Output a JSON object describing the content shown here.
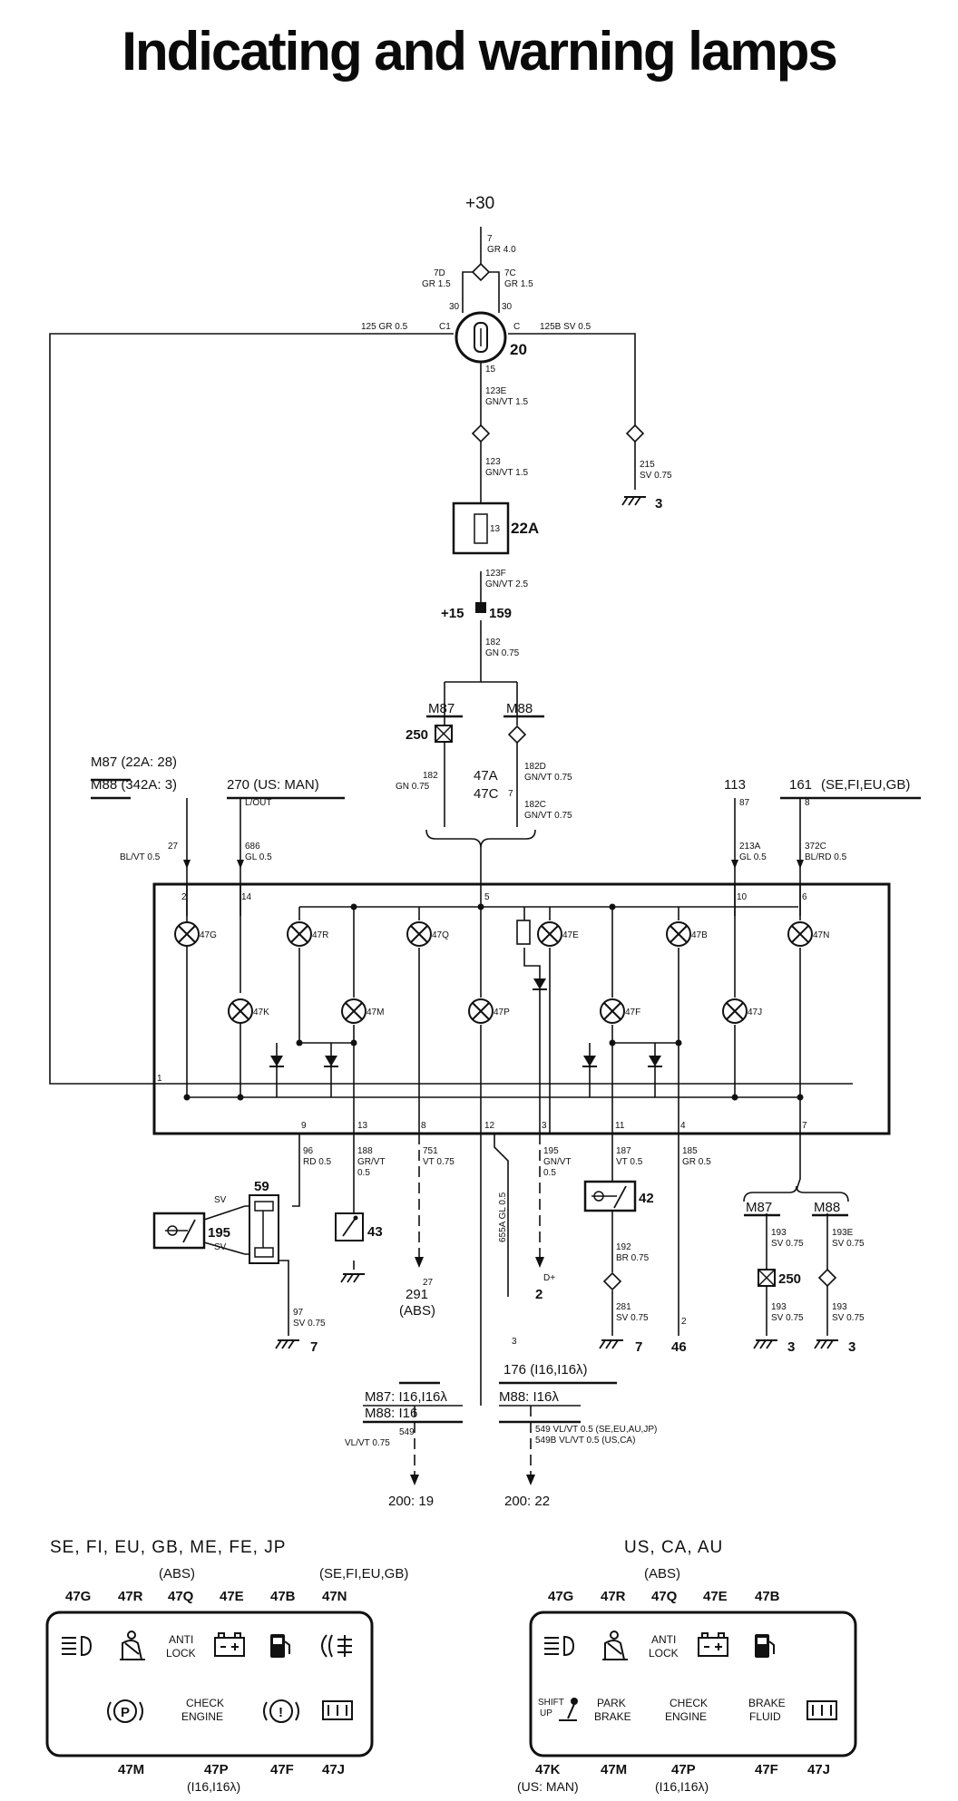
{
  "title": "Indicating and warning lamps",
  "top": {
    "supply": "+30",
    "w7": "7",
    "w7b": "GR 4.0",
    "w7d": "7D",
    "w7db": "GR 1.5",
    "w7c": "7C",
    "w7cb": "GR 1.5",
    "p30d": "30",
    "p30": "30",
    "c1": "C1",
    "c": "C",
    "p15": "15",
    "w125": "125 GR 0.5",
    "w125b": "125B SV 0.5",
    "sw": "20",
    "w123e": "123E",
    "w123eb": "GN/VT 1.5",
    "w123": "123",
    "w123b": "GN/VT 1.5",
    "fuse_num": "13",
    "fuse": "22A",
    "w123f": "123F",
    "w123fb": "GN/VT 2.5",
    "plus15": "+15",
    "c159": "159",
    "w182": "182",
    "w182b": "GN 0.75",
    "w215": "215",
    "w215b": "SV 0.75",
    "g3": "3"
  },
  "mid": {
    "m87": "M87",
    "m88": "M88",
    "c250": "250",
    "w182l": "182",
    "w182lb": "GN 0.75",
    "w182d": "182D",
    "w182db": "GN/VT 0.75",
    "w182c": "182C",
    "w182cb": "GN/VT 0.75",
    "c47a": "47A",
    "c47c": "47C",
    "p7": "7",
    "ref1a": "M87 (22A: 28)",
    "ref1b": "M88 (342A: 3)",
    "w27": "27",
    "w27b": "BL/VT 0.5",
    "ref2": "270 (US: MAN)",
    "ref2b": "L/OUT",
    "w686": "686",
    "w686b": "GL 0.5",
    "ref3": "113",
    "w87": "87",
    "w213a": "213A",
    "w213ab": "GL 0.5",
    "ref4": "161",
    "ref4b": "(SE,FI,EU,GB)",
    "w8": "8",
    "w372c": "372C",
    "w372cb": "BL/RD 0.5"
  },
  "panel": {
    "pins_top": [
      "2",
      "14",
      "5",
      "10",
      "6"
    ],
    "pins_bottom": [
      "9",
      "13",
      "8",
      "12",
      "3",
      "11",
      "4",
      "7"
    ],
    "pin1": "1",
    "lamps": [
      "47G",
      "47R",
      "47Q",
      "47E",
      "47B",
      "47N",
      "47K",
      "47M",
      "47P",
      "47F",
      "47J"
    ]
  },
  "lower": {
    "w96": "96",
    "w96b": "RD 0.5",
    "w188": "188",
    "w188b": "GR/VT",
    "w188c": "0.5",
    "w751": "751",
    "w751b": "VT 0.75",
    "w655a": "655A GL 0.5",
    "w195": "195",
    "w195b": "GN/VT",
    "w195c": "0.5",
    "w187": "187",
    "w187b": "VT 0.5",
    "w185": "185",
    "w185b": "GR 0.5",
    "c59": "59",
    "sv1": "SV",
    "sv2": "SV",
    "c195": "195",
    "c43": "43",
    "c42": "42",
    "w97": "97",
    "w97b": "SV 0.75",
    "g7a": "7",
    "w27b": "27",
    "r291": "291",
    "r291b": "(ABS)",
    "w3": "3",
    "r176": "176 (I16,I16λ)",
    "dplus": "D+",
    "r2": "2",
    "w192": "192",
    "w192b": "BR 0.75",
    "w281": "281",
    "w281b": "SV 0.75",
    "g7b": "7",
    "w2": "2",
    "r46": "46",
    "m87": "M87",
    "m88": "M88",
    "w193": "193",
    "w193b": "SV 0.75",
    "w193e": "193E",
    "w193eb": "SV 0.75",
    "c250": "250",
    "w193l": "193",
    "w193lb": "SV 0.75",
    "w193r": "193",
    "w193rb": "SV 0.75",
    "g3a": "3",
    "g3b": "3",
    "mref1": "M87: I16,I16λ",
    "mref2": "M88: I16",
    "w549": "549",
    "w549b": "VL/VT 0.75",
    "mref3": "M88: I16λ",
    "w549r": "549 VL/VT 0.5 (SE,EU,AU,JP)",
    "w549br": "549B VL/VT 0.5 (US,CA)",
    "r200a": "200: 19",
    "r200b": "200: 22"
  },
  "cluster_left": {
    "heading": "SE, FI, EU, GB, ME, FE, JP",
    "abs": "(ABS)",
    "region": "(SE,FI,EU,GB)",
    "top_labels": [
      "47G",
      "47R",
      "47Q",
      "47E",
      "47B",
      "47N"
    ],
    "anti": "ANTI",
    "lock": "LOCK",
    "check": "CHECK",
    "engine": "ENGINE",
    "bottom_labels": [
      "47M",
      "47P",
      "47F",
      "47J"
    ],
    "note": "(I16,I16λ)"
  },
  "cluster_right": {
    "heading": "US, CA, AU",
    "abs": "(ABS)",
    "top_labels": [
      "47G",
      "47R",
      "47Q",
      "47E",
      "47B"
    ],
    "anti": "ANTI",
    "lock": "LOCK",
    "shift": "SHIFT",
    "up": "UP",
    "park": "PARK",
    "brake": "BRAKE",
    "check": "CHECK",
    "engine": "ENGINE",
    "brake2": "BRAKE",
    "fluid": "FLUID",
    "bottom_labels": [
      "47K",
      "47M",
      "47P",
      "47F",
      "47J"
    ],
    "note1": "(US: MAN)",
    "note2": "(I16,I16λ)"
  }
}
